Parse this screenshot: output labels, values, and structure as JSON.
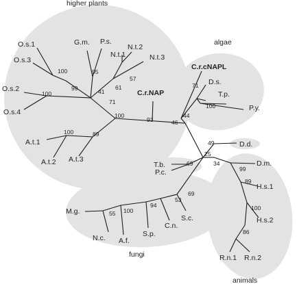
{
  "groups": {
    "higher_plants": "higher plants",
    "algae": "algae",
    "fungi": "fungi",
    "animals": "animals"
  },
  "taxa": {
    "os1": "O.s.1",
    "os3": "O.s.3",
    "os2": "O.s.2",
    "os4": "O.s.4",
    "gm": "G.m.",
    "ps": "P.s.",
    "nt1": "N.t.1",
    "nt2": "N.t.2",
    "nt3": "N.t.3",
    "crnap": "C.r.NAP",
    "at1": "A.t.1",
    "at2": "A.t.2",
    "at3": "A.t.3",
    "crcnapl": "C.r.cNAPL",
    "ds": "D.s.",
    "tp": "T.p.",
    "py": "P.y.",
    "dd": "D.d.",
    "tb": "T.b.",
    "pc": "P.c.",
    "mg": "M.g.",
    "nc": "N.c.",
    "af": "A.f.",
    "sp": "S.p.",
    "cn": "C.n.",
    "sc": "S.c.",
    "dm": "D.m.",
    "hs1": "H.s.1",
    "hs2": "H.s.2",
    "rn1": "R.n.1",
    "rn2": "R.n.2"
  },
  "bootstrap": {
    "b100_os13": "100",
    "b100_os24": "100",
    "b99_os": "99",
    "b95": "95",
    "b41": "41",
    "b61": "61",
    "b57": "57",
    "b71_plants": "71",
    "b100_plants": "100",
    "b93": "93",
    "b100_at": "100",
    "b89_at": "89",
    "b71_algae": "71",
    "b100_algae": "100",
    "b44": "44",
    "b46": "46",
    "b49": "49",
    "b25": "25",
    "b69_tb": "69",
    "b34": "34",
    "b99_animals": "99",
    "b89_animals": "89",
    "b100_animals": "100",
    "b86": "86",
    "b69_fungi": "69",
    "b53": "53",
    "b94": "94",
    "b100_fungi": "100",
    "b55": "55"
  }
}
